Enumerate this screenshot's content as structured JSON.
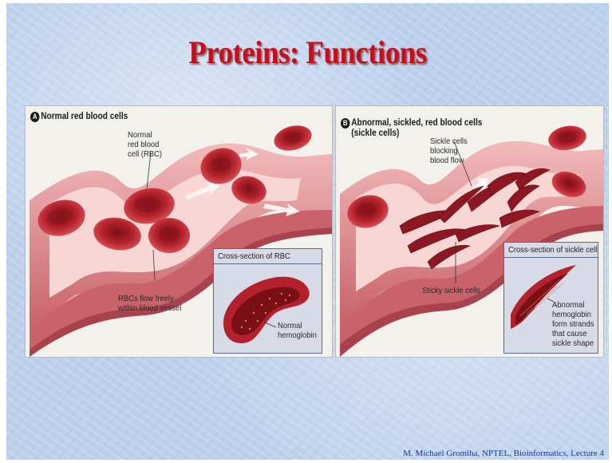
{
  "slide": {
    "title": "Proteins: Functions",
    "footer": "M. Michael Gromiha, NPTEL, Bioinformatics, Lecture 4"
  },
  "panel_a": {
    "badge": "A",
    "caption": "Normal red blood cells",
    "label_rbc": [
      "Normal",
      "red blood",
      "cell (RBC)"
    ],
    "label_flow": [
      "RBCs flow freely",
      "within blood vessel"
    ],
    "inset_title": "Cross-section of RBC",
    "inset_label": [
      "Normal",
      "hemoglobin"
    ]
  },
  "panel_b": {
    "badge": "B",
    "caption_lines": [
      "Abnormal, sickled, red blood cells",
      "(sickle cells)"
    ],
    "label_blocking": [
      "Sickle cells",
      "blocking",
      "blood flow"
    ],
    "label_sticky": "Sticky sickle cells",
    "inset_title": "Cross-section of sickle cell",
    "inset_label": [
      "Abnormal",
      "hemoglobin",
      "form strands",
      "that cause",
      "sickle shape"
    ]
  },
  "colors": {
    "title": "#c4101c",
    "slide_bg": "#bcd0ec",
    "vessel": "#d9848a",
    "rbc": "#b8202a",
    "footer": "#1c3a8c"
  }
}
